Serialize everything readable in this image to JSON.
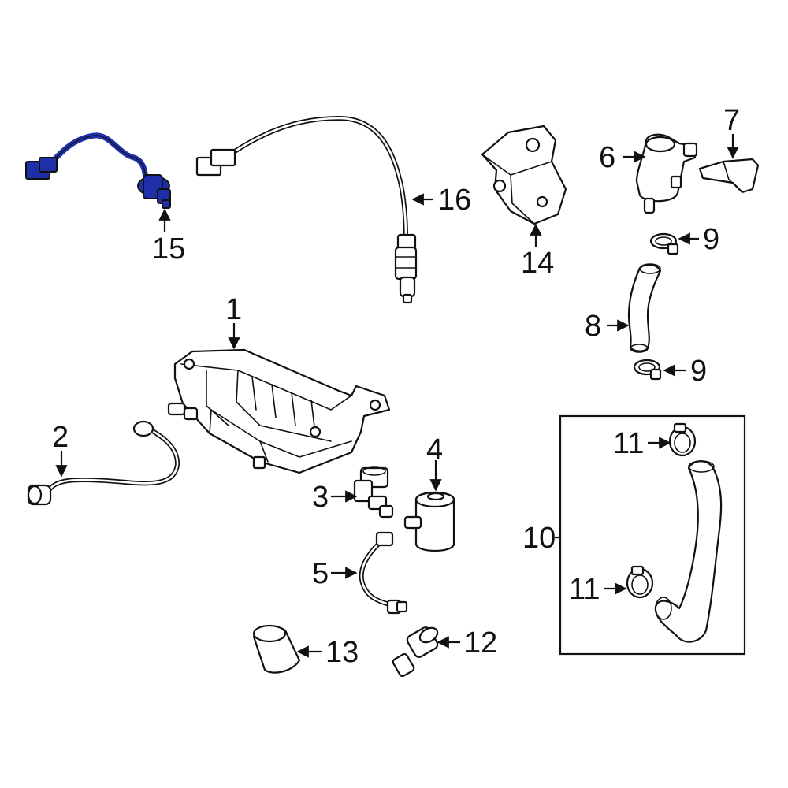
{
  "accent_color": "#1f2fa8",
  "highlighted_part": "15",
  "callouts": {
    "c1": "1",
    "c2": "2",
    "c3": "3",
    "c4": "4",
    "c5": "5",
    "c6": "6",
    "c7": "7",
    "c8": "8",
    "c9a": "9",
    "c9b": "9",
    "c10": "10",
    "c11a": "11",
    "c11b": "11",
    "c12": "12",
    "c13": "13",
    "c14": "14",
    "c15": "15",
    "c16": "16"
  }
}
